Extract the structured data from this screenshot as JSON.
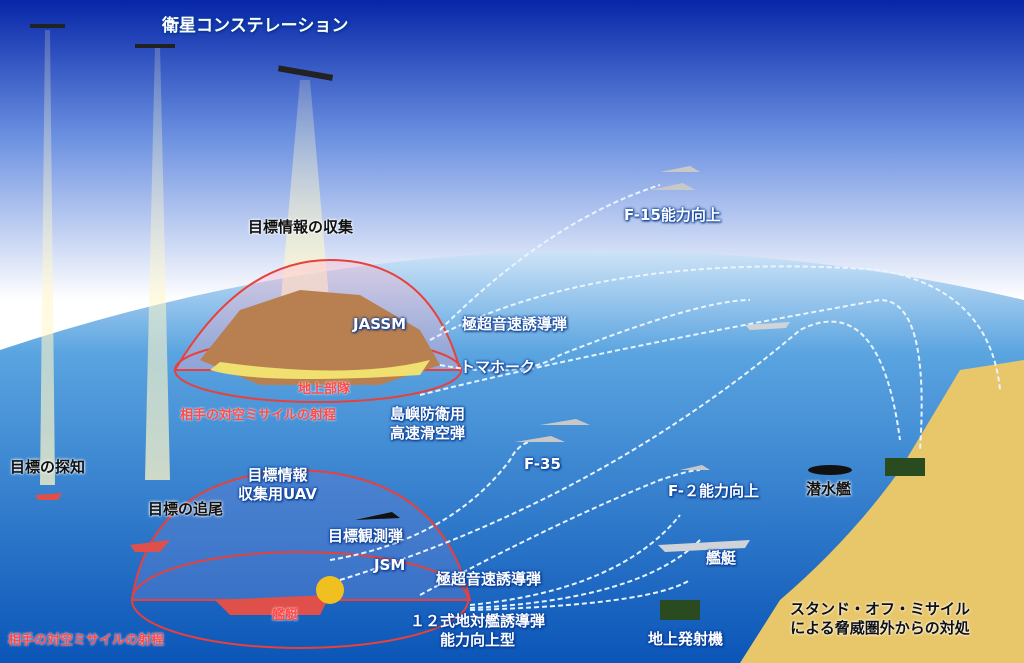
{
  "title": "衛星コンステレーション",
  "labels": {
    "collect": "目標情報の収集",
    "detect": "目標の探知",
    "track": "目標の追尾",
    "uav": [
      "目標情報",
      "収集用UAV"
    ],
    "observe": "目標観測弾",
    "ground_unit": "地上部隊",
    "ship_target": "艦艇",
    "sam_range_1": "相手の対空ミサイルの射程",
    "sam_range_2": "相手の対空ミサイルの射程",
    "jassm": "JASSM",
    "hgv_1": "極超音速誘導弾",
    "tomahawk": "トマホーク",
    "glide": [
      "島嶼防衛用",
      "高速滑空弾"
    ],
    "f15": "F-15能力向上",
    "f35": "F-35",
    "f2": "F-２能力向上",
    "submarine": "潜水艦",
    "ship": "艦艇",
    "jsm": "JSM",
    "hgv_2": "極超音速誘導弾",
    "type12": [
      "１２式地対艦誘導弾",
      "能力向上型"
    ],
    "launcher": "地上発射機",
    "standoff": [
      "スタンド・オフ・ミサイル",
      "による脅威圏外からの対処"
    ]
  },
  "colors": {
    "sky": "#0a2fb0",
    "sea": "#1673c8",
    "coast": "#e8c66a",
    "range": "#e8403a"
  }
}
